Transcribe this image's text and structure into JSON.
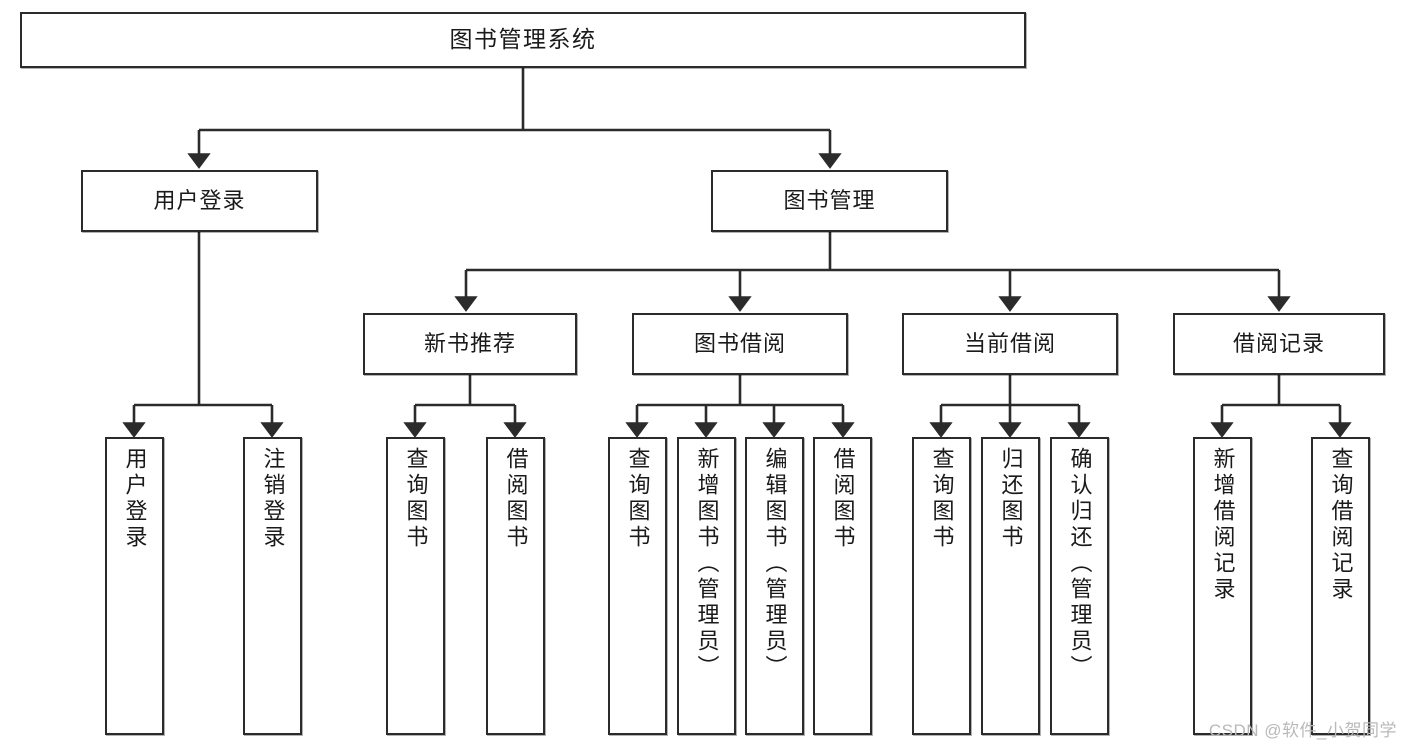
{
  "diagram": {
    "title": "图书管理系统",
    "type": "tree",
    "watermark": "CSDN @软件_小贺同学",
    "colors": {
      "box_border": "#2b2b2b",
      "box_fill": "#ffffff",
      "edge": "#2b2b2b",
      "text": "#1a1a1a",
      "watermark": "#b9b9b9"
    },
    "levels": [
      {
        "level": 1,
        "nodes": [
          {
            "id": "root",
            "label": "图书管理系统",
            "orientation": "horizontal"
          }
        ]
      },
      {
        "level": 2,
        "nodes": [
          {
            "id": "login",
            "label": "用户登录",
            "orientation": "horizontal",
            "parent": "root"
          },
          {
            "id": "bookmgmt",
            "label": "图书管理",
            "orientation": "horizontal",
            "parent": "root"
          }
        ]
      },
      {
        "level": 3,
        "nodes": [
          {
            "id": "newbooks",
            "label": "新书推荐",
            "orientation": "horizontal",
            "parent": "bookmgmt"
          },
          {
            "id": "borrow",
            "label": "图书借阅",
            "orientation": "horizontal",
            "parent": "bookmgmt"
          },
          {
            "id": "current",
            "label": "当前借阅",
            "orientation": "horizontal",
            "parent": "bookmgmt"
          },
          {
            "id": "records",
            "label": "借阅记录",
            "orientation": "horizontal",
            "parent": "bookmgmt"
          }
        ]
      },
      {
        "level": 4,
        "nodes": [
          {
            "id": "leaf1",
            "label": "用户登录",
            "orientation": "vertical",
            "parent": "login"
          },
          {
            "id": "leaf2",
            "label": "注销登录",
            "orientation": "vertical",
            "parent": "login"
          },
          {
            "id": "leaf3",
            "label": "查询图书",
            "orientation": "vertical",
            "parent": "newbooks"
          },
          {
            "id": "leaf4",
            "label": "借阅图书",
            "orientation": "vertical",
            "parent": "newbooks"
          },
          {
            "id": "leaf5",
            "label": "查询图书",
            "orientation": "vertical",
            "parent": "borrow"
          },
          {
            "id": "leaf6",
            "label": "新增图书（管理员）",
            "orientation": "vertical",
            "parent": "borrow"
          },
          {
            "id": "leaf7",
            "label": "编辑图书（管理员）",
            "orientation": "vertical",
            "parent": "borrow"
          },
          {
            "id": "leaf8",
            "label": "借阅图书",
            "orientation": "vertical",
            "parent": "borrow"
          },
          {
            "id": "leaf9",
            "label": "查询图书",
            "orientation": "vertical",
            "parent": "current"
          },
          {
            "id": "leaf10",
            "label": "归还图书",
            "orientation": "vertical",
            "parent": "current"
          },
          {
            "id": "leaf11",
            "label": "确认归还（管理员）",
            "orientation": "vertical",
            "parent": "current"
          },
          {
            "id": "leaf12",
            "label": "新增借阅记录",
            "orientation": "vertical",
            "parent": "records"
          },
          {
            "id": "leaf13",
            "label": "查询借阅记录",
            "orientation": "vertical",
            "parent": "records"
          }
        ]
      }
    ]
  }
}
